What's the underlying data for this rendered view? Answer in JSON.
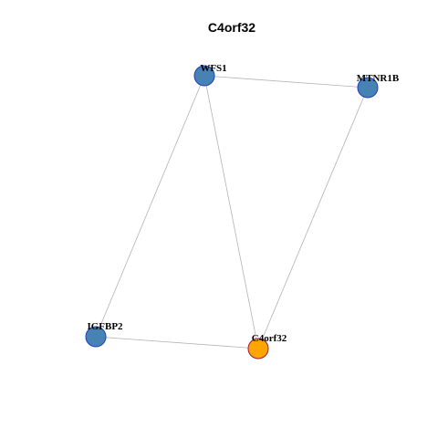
{
  "title": "C4orf32",
  "colors": {
    "edge": "#b3b3b3",
    "node_default_fill": "#4682b4",
    "node_default_stroke": "#1f3fbf",
    "node_focus_fill": "#ffa500",
    "node_focus_stroke": "#9a1a3a"
  },
  "nodes": [
    {
      "id": "WFS1",
      "label": "WFS1",
      "focus": false
    },
    {
      "id": "MTNR1B",
      "label": "MTNR1B",
      "focus": false
    },
    {
      "id": "IGFBP2",
      "label": "IGFBP2",
      "focus": false
    },
    {
      "id": "C4orf32",
      "label": "C4orf32",
      "focus": true
    }
  ],
  "edges": [
    {
      "source": "WFS1",
      "target": "MTNR1B"
    },
    {
      "source": "WFS1",
      "target": "IGFBP2"
    },
    {
      "source": "WFS1",
      "target": "C4orf32"
    },
    {
      "source": "MTNR1B",
      "target": "C4orf32"
    },
    {
      "source": "IGFBP2",
      "target": "C4orf32"
    }
  ]
}
